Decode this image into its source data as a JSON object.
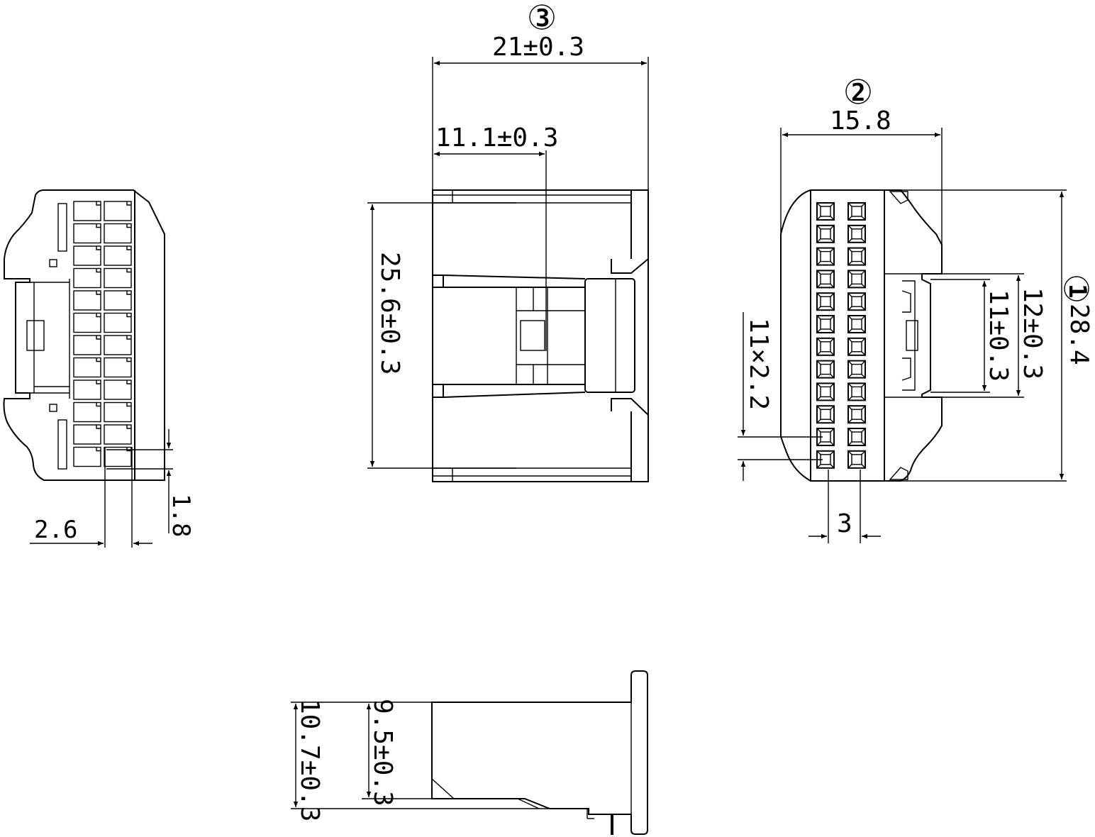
{
  "dimensions": {
    "front_left_pitch": "2.6",
    "front_left_step": "1.8",
    "top_width": "21±0.3",
    "top_offset": "11.1±0.3",
    "top_height": "25.6±0.3",
    "right_width": "15.8",
    "right_height": "28.4",
    "right_window_outer": "12±0.3",
    "right_window_inner": "11±0.3",
    "right_cavity_pitch": "11×2.2",
    "right_column_pitch": "3",
    "side_height_outer": "10.7±0.3",
    "side_height_inner": "9.5±0.3"
  },
  "markers": {
    "circle_1": "1",
    "circle_2": "2",
    "circle_3": "3"
  },
  "cavity_grid": {
    "rows": 12,
    "columns": 2
  }
}
